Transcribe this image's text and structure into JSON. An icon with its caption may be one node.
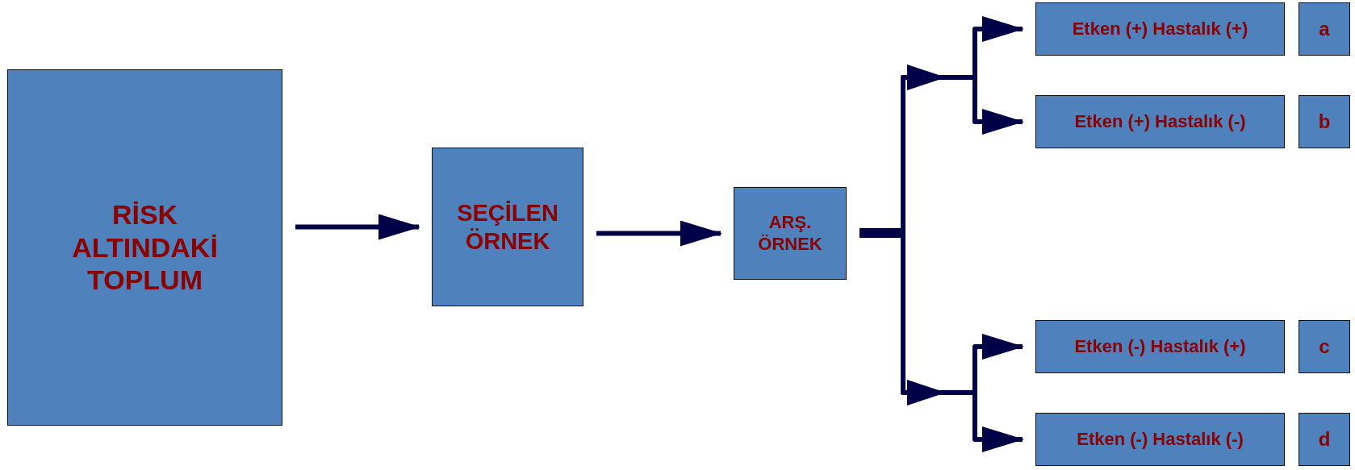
{
  "diagram": {
    "nodes": [
      {
        "text": [
          "RİSK ALTINDAKİ TOPLUM"
        ]
      },
      {
        "text": [
          "SEÇİLEN ÖRNEK"
        ]
      },
      {
        "text": [
          "ARŞ. ÖRNEK"
        ]
      },
      {
        "text": [
          "Etken (+) Hastalık (+)"
        ]
      },
      {
        "text": [
          "a"
        ]
      },
      {
        "text": [
          "Etken (+) Hastalık (-)"
        ]
      },
      {
        "text": [
          "b"
        ]
      },
      {
        "text": [
          "Etken (-) Hastalık (+)"
        ]
      },
      {
        "text": [
          "c"
        ]
      },
      {
        "text": [
          "Etken (-) Hastalık (-)"
        ]
      },
      {
        "text": [
          "d"
        ]
      }
    ],
    "edges": [
      {
        "from": 0,
        "to": 1,
        "arrow": "to"
      },
      {
        "from": 1,
        "to": 2,
        "arrow": "to"
      },
      {
        "from": 2,
        "to": 3,
        "arrow": "to"
      },
      {
        "from": 2,
        "to": 5,
        "arrow": "to"
      },
      {
        "from": 2,
        "to": 7,
        "arrow": "to"
      },
      {
        "from": 2,
        "to": 9,
        "arrow": "to"
      }
    ]
  }
}
